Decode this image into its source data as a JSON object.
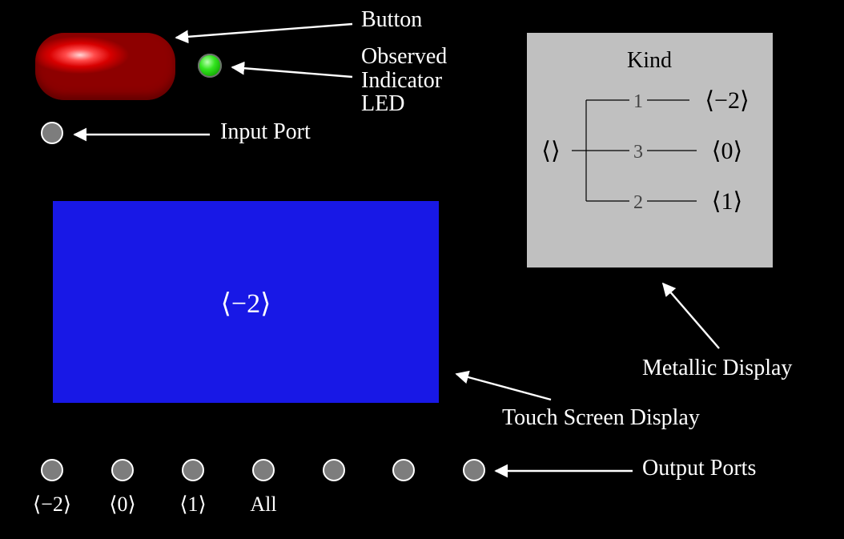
{
  "callouts": {
    "button": "Button",
    "led_line1": "Observed",
    "led_line2": "Indicator",
    "led_line3": "LED",
    "input_port": "Input Port",
    "metallic_display": "Metallic Display",
    "touch_screen": "Touch Screen Display",
    "output_ports": "Output Ports"
  },
  "touch_screen": {
    "value": "⟨−2⟩",
    "color": "#1818e6"
  },
  "button": {
    "color": "#d80000"
  },
  "led": {
    "color": "#33e51f",
    "state": "on"
  },
  "metallic": {
    "title": "Kind",
    "root": "⟨⟩",
    "branches": [
      {
        "count": "1",
        "value": "⟨−2⟩"
      },
      {
        "count": "3",
        "value": "⟨0⟩"
      },
      {
        "count": "2",
        "value": "⟨1⟩"
      }
    ],
    "color": "#c0c0c0"
  },
  "output_ports": {
    "labels": [
      "⟨−2⟩",
      "⟨0⟩",
      "⟨1⟩",
      "All",
      "",
      "",
      ""
    ]
  }
}
